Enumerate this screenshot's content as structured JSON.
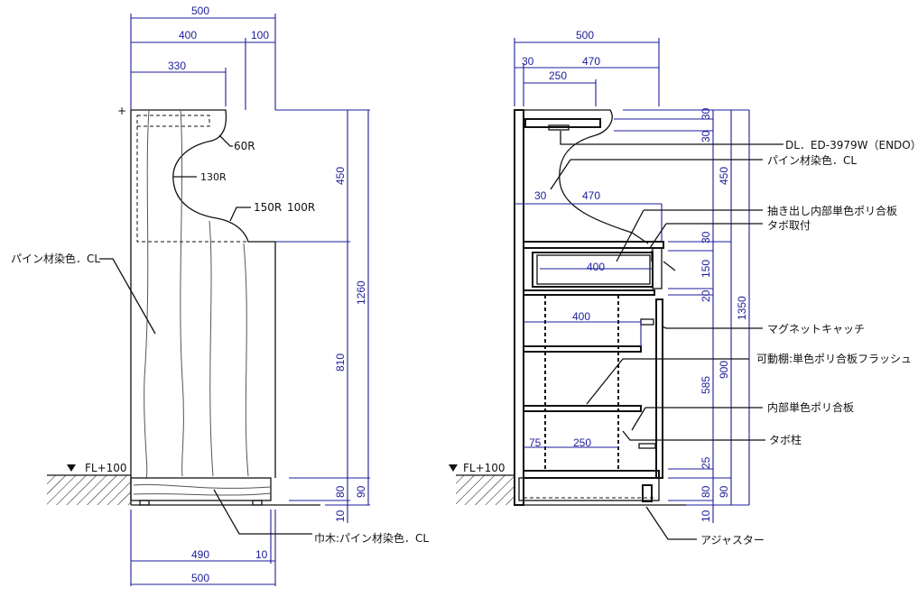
{
  "colors": {
    "dimension": "#1c1c9c",
    "line": "#111111"
  },
  "left_view": {
    "floor_level": "FL+100",
    "dims_top": {
      "overall": "500",
      "a": "400",
      "b": "100",
      "c": "330"
    },
    "dims_right": {
      "upper": "450",
      "total": "1260",
      "lower": "810",
      "plinth": "80",
      "plinth_total": "90",
      "gap": "10"
    },
    "dims_bottom": {
      "a": "490",
      "b": "10",
      "overall": "500"
    },
    "radii": {
      "r60": "60R",
      "r130": "130R",
      "r150": "150R",
      "r100": "100R"
    },
    "labels": {
      "body_finish": "パイン材染色．CL",
      "baseboard": "巾木:パイン材染色．CL"
    }
  },
  "right_view": {
    "floor_level": "FL+100",
    "dims_top": {
      "overall": "500",
      "a": "30",
      "b": "470",
      "c": "250"
    },
    "dims_inner": {
      "a": "30",
      "b": "470",
      "drawer": "400",
      "shelf": "400",
      "post_offset": "75",
      "post_pitch": "250"
    },
    "dims_right": {
      "t1": "30",
      "t2": "30",
      "upper": "450",
      "total": "1350",
      "d1": "30",
      "drawer": "150",
      "d2": "20",
      "shelves": "585",
      "lower": "900",
      "d3": "25",
      "plinth": "80",
      "plinth_total": "90",
      "gap": "10"
    },
    "labels": {
      "light": "DL．ED-3979W（ENDO）",
      "finish": "パイン材染色．CL",
      "drawer_inner": "抽き出し内部単色ポリ合板",
      "tabo_mount": "タボ取付",
      "magnet": "マグネットキャッチ",
      "shelf": "可動棚:単色ポリ合板フラッシュ",
      "inner": "内部単色ポリ合板",
      "tabo_post": "タボ柱",
      "adjuster": "アジャスター"
    }
  }
}
